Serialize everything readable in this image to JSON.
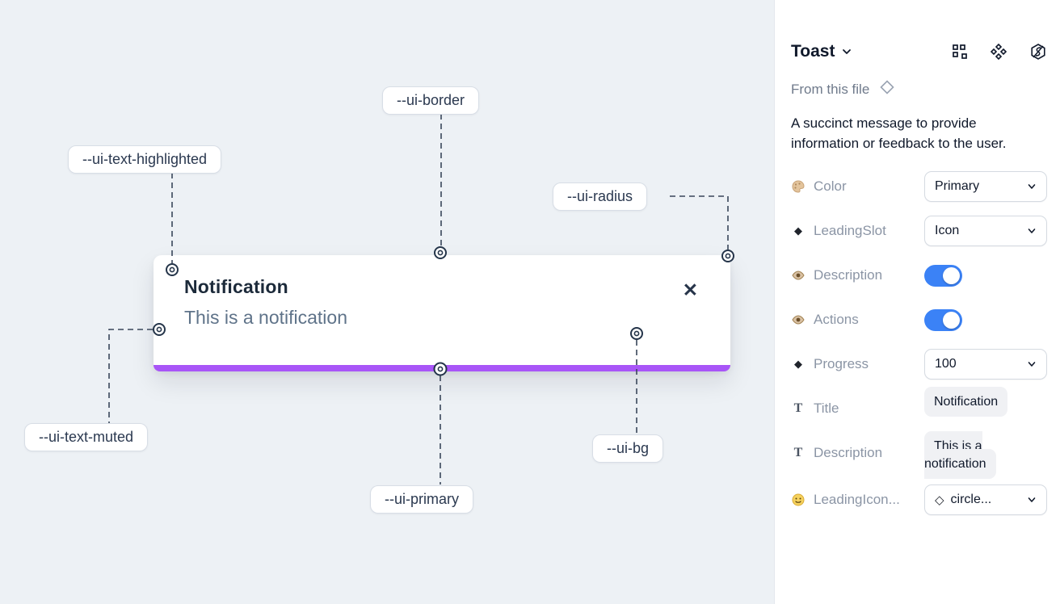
{
  "colors": {
    "canvas_bg": "#edf1f5",
    "accent_purple": "#a855f7",
    "toggle_blue": "#3b82f6"
  },
  "icons": {
    "close": "✕",
    "diamond_filled": "◆",
    "diamond_outline": "◇",
    "text_type": "T"
  },
  "canvas": {
    "toast": {
      "title": "Notification",
      "description": "This is a notification"
    },
    "labels": {
      "border": "--ui-border",
      "text_highlighted": "--ui-text-highlighted",
      "radius": "--ui-radius",
      "text_muted": "--ui-text-muted",
      "primary": "--ui-primary",
      "bg": "--ui-bg"
    }
  },
  "panel": {
    "title": "Toast",
    "source": "From this file",
    "description": "A succinct message to provide information or feedback to the user.",
    "properties": {
      "color": {
        "label": "Color",
        "value": "Primary"
      },
      "leading_slot": {
        "label": "LeadingSlot",
        "value": "Icon"
      },
      "description_toggle": {
        "label": "Description",
        "state": "on"
      },
      "actions_toggle": {
        "label": "Actions",
        "state": "on"
      },
      "progress": {
        "label": "Progress",
        "value": "100"
      },
      "title_field": {
        "label": "Title",
        "value": "Notification"
      },
      "description_field": {
        "label": "Description",
        "value": "This is a notification"
      },
      "leading_icon": {
        "label": "LeadingIcon...",
        "value": "circle..."
      }
    }
  }
}
